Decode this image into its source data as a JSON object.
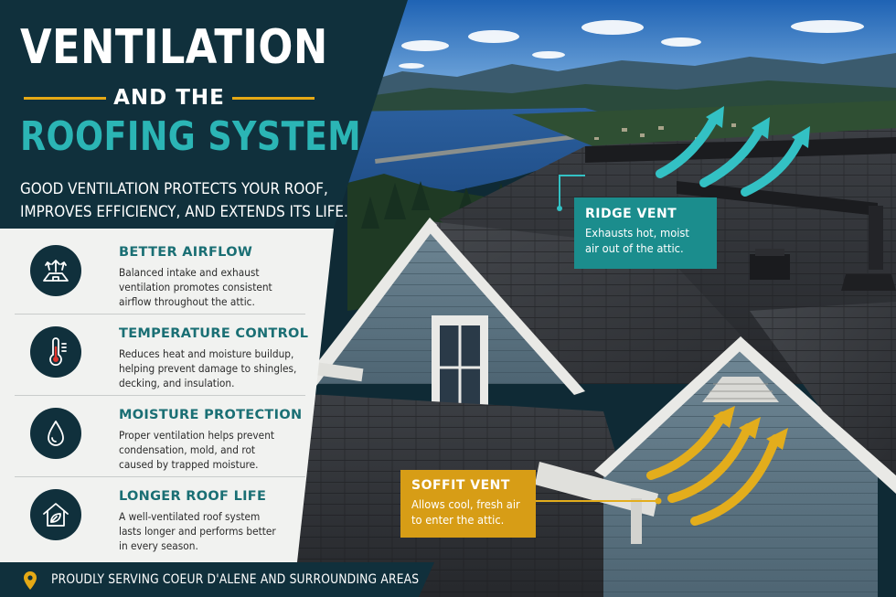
{
  "header": {
    "title_line1": "VENTILATION",
    "title_line2": "AND THE",
    "title_line3": "ROOFING SYSTEM",
    "tagline_line1": "GOOD VENTILATION PROTECTS YOUR ROOF,",
    "tagline_line2": "IMPROVES EFFICIENCY, AND EXTENDS ITS LIFE."
  },
  "features": [
    {
      "title": "BETTER AIRFLOW",
      "icon": "airflow-icon",
      "desc": [
        "Balanced intake and exhaust",
        "ventilation promotes consistent",
        "airflow throughout the attic."
      ]
    },
    {
      "title": "TEMPERATURE CONTROL",
      "icon": "thermometer-icon",
      "desc": [
        "Reduces heat and moisture buildup,",
        "helping prevent damage to shingles,",
        "decking, and insulation."
      ]
    },
    {
      "title": "MOISTURE PROTECTION",
      "icon": "water-drop-icon",
      "desc": [
        "Proper ventilation helps prevent",
        "condensation, mold, and rot",
        "caused by trapped moisture."
      ]
    },
    {
      "title": "LONGER ROOF LIFE",
      "icon": "house-leaf-icon",
      "desc": [
        "A well-ventilated roof system",
        "lasts longer and performs better",
        "in every season."
      ]
    }
  ],
  "callouts": {
    "ridge": {
      "title": "RIDGE VENT",
      "desc": [
        "Exhausts hot, moist",
        "air out of the attic."
      ]
    },
    "soffit": {
      "title": "SOFFIT VENT",
      "desc": [
        "Allows cool, fresh air",
        "to enter the attic."
      ]
    }
  },
  "footer": {
    "text": "PROUDLY SERVING COEUR D'ALENE AND SURROUNDING AREAS",
    "icon": "location-pin-icon"
  },
  "colors": {
    "navy": "#10303c",
    "teal": "#2bb5b5",
    "gold": "#e6a915",
    "panel": "#f1f2f0"
  }
}
